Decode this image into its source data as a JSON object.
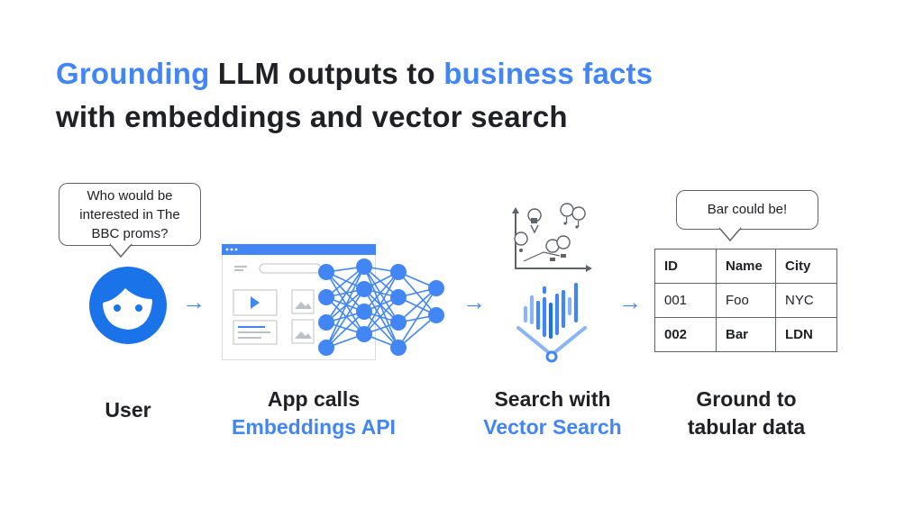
{
  "title": {
    "line1": [
      {
        "text": "Grounding",
        "blue": true
      },
      {
        "text": " LLM outputs to ",
        "blue": false
      },
      {
        "text": "business facts",
        "blue": true
      }
    ],
    "line2": "with embeddings and vector search"
  },
  "user": {
    "bubble_lines": [
      "Who would be",
      "interested in The",
      "BBC proms?"
    ],
    "label": "User"
  },
  "step_app": {
    "label_line1": "App calls",
    "label_line2": "Embeddings API"
  },
  "step_search": {
    "label_line1": "Search with",
    "label_line2": "Vector Search"
  },
  "step_ground": {
    "bubble": "Bar could be!",
    "label_line1": "Ground to",
    "label_line2": "tabular data",
    "table": {
      "headers": [
        "ID",
        "Name",
        "City"
      ],
      "rows": [
        {
          "id": "001",
          "name": "Foo",
          "city": "NYC",
          "bold": false
        },
        {
          "id": "002",
          "name": "Bar",
          "city": "LDN",
          "bold": true
        }
      ]
    }
  },
  "arrows": {
    "glyph": "→"
  },
  "icons": [
    "face-icon",
    "browser-window-icon",
    "neural-network-icon",
    "embedding-map-icon",
    "vector-search-icon"
  ],
  "colors": {
    "accent": "#4285f4",
    "light_accent": "#8ab4f8",
    "text": "#202124",
    "stroke": "#5f6368"
  }
}
